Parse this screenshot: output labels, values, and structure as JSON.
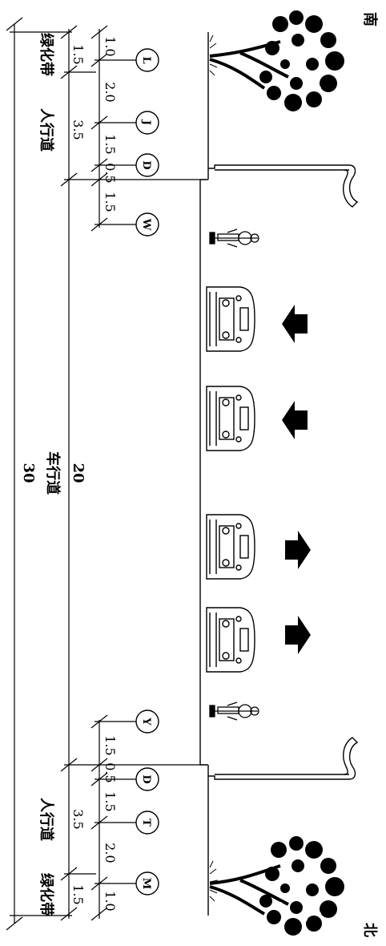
{
  "directions": {
    "south": "南",
    "north": "北"
  },
  "totals": {
    "overall": "30",
    "carriageway": "20"
  },
  "zones": {
    "green_south": "绿化带",
    "walk_south": "人行道",
    "carriageway": "车行道",
    "walk_north": "人行道",
    "green_north": "绿化带"
  },
  "dims_south": {
    "green": "1.5",
    "walk": "3.5",
    "lamp_a": "1.0",
    "lamp_b": "2.0",
    "lamp_c": "1.5",
    "lamp_d": "0.5",
    "lamp_e": "1.5"
  },
  "dims_north": {
    "green": "1.5",
    "walk": "3.5",
    "lamp_a": "1.5",
    "lamp_b": "0.5",
    "lamp_c": "1.5",
    "lamp_d": "2.0",
    "lamp_e": "1.0"
  },
  "pipes_south": [
    "L",
    "J",
    "D",
    "W"
  ],
  "pipes_north": [
    "Y",
    "D",
    "T",
    "M"
  ]
}
